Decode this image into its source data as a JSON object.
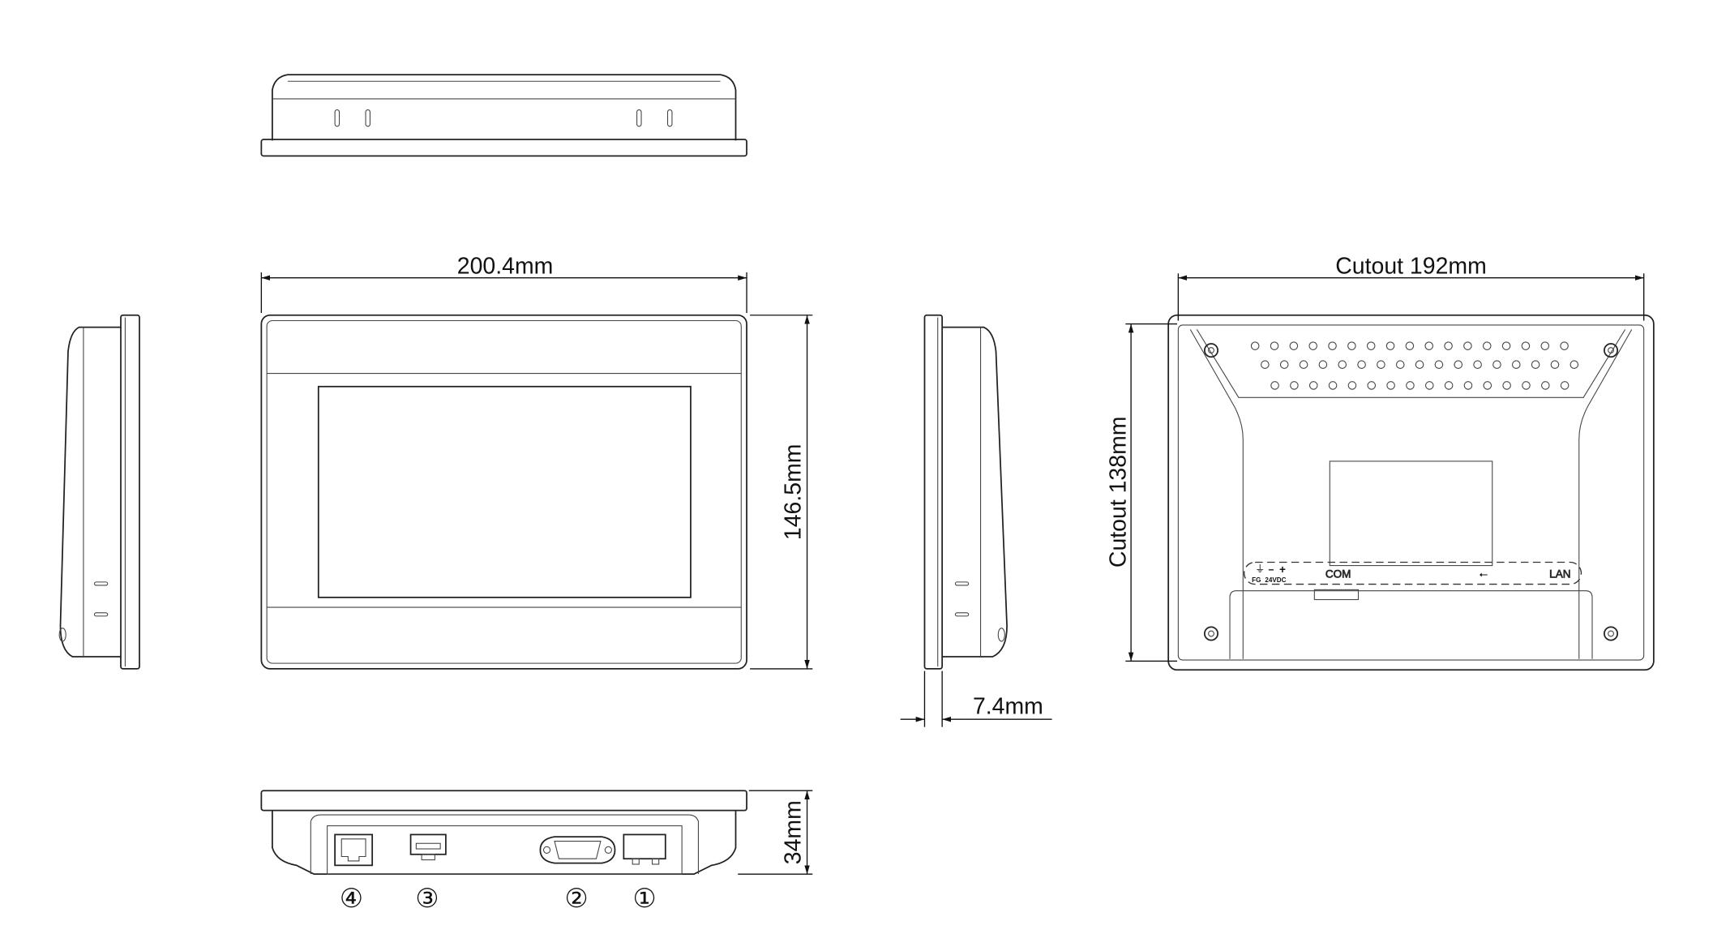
{
  "dimensions": {
    "width": "200.4mm",
    "height": "146.5mm",
    "depth_flange": "7.4mm",
    "depth_total": "34mm",
    "cutout_width": "Cutout 192mm",
    "cutout_height": "Cutout 138mm"
  },
  "back_labels": {
    "fg": "FG",
    "power": "24VDC",
    "minus": "−",
    "plus": "+",
    "com": "COM",
    "lan": "LAN"
  },
  "port_callouts": [
    "④",
    "③",
    "②",
    "①"
  ]
}
